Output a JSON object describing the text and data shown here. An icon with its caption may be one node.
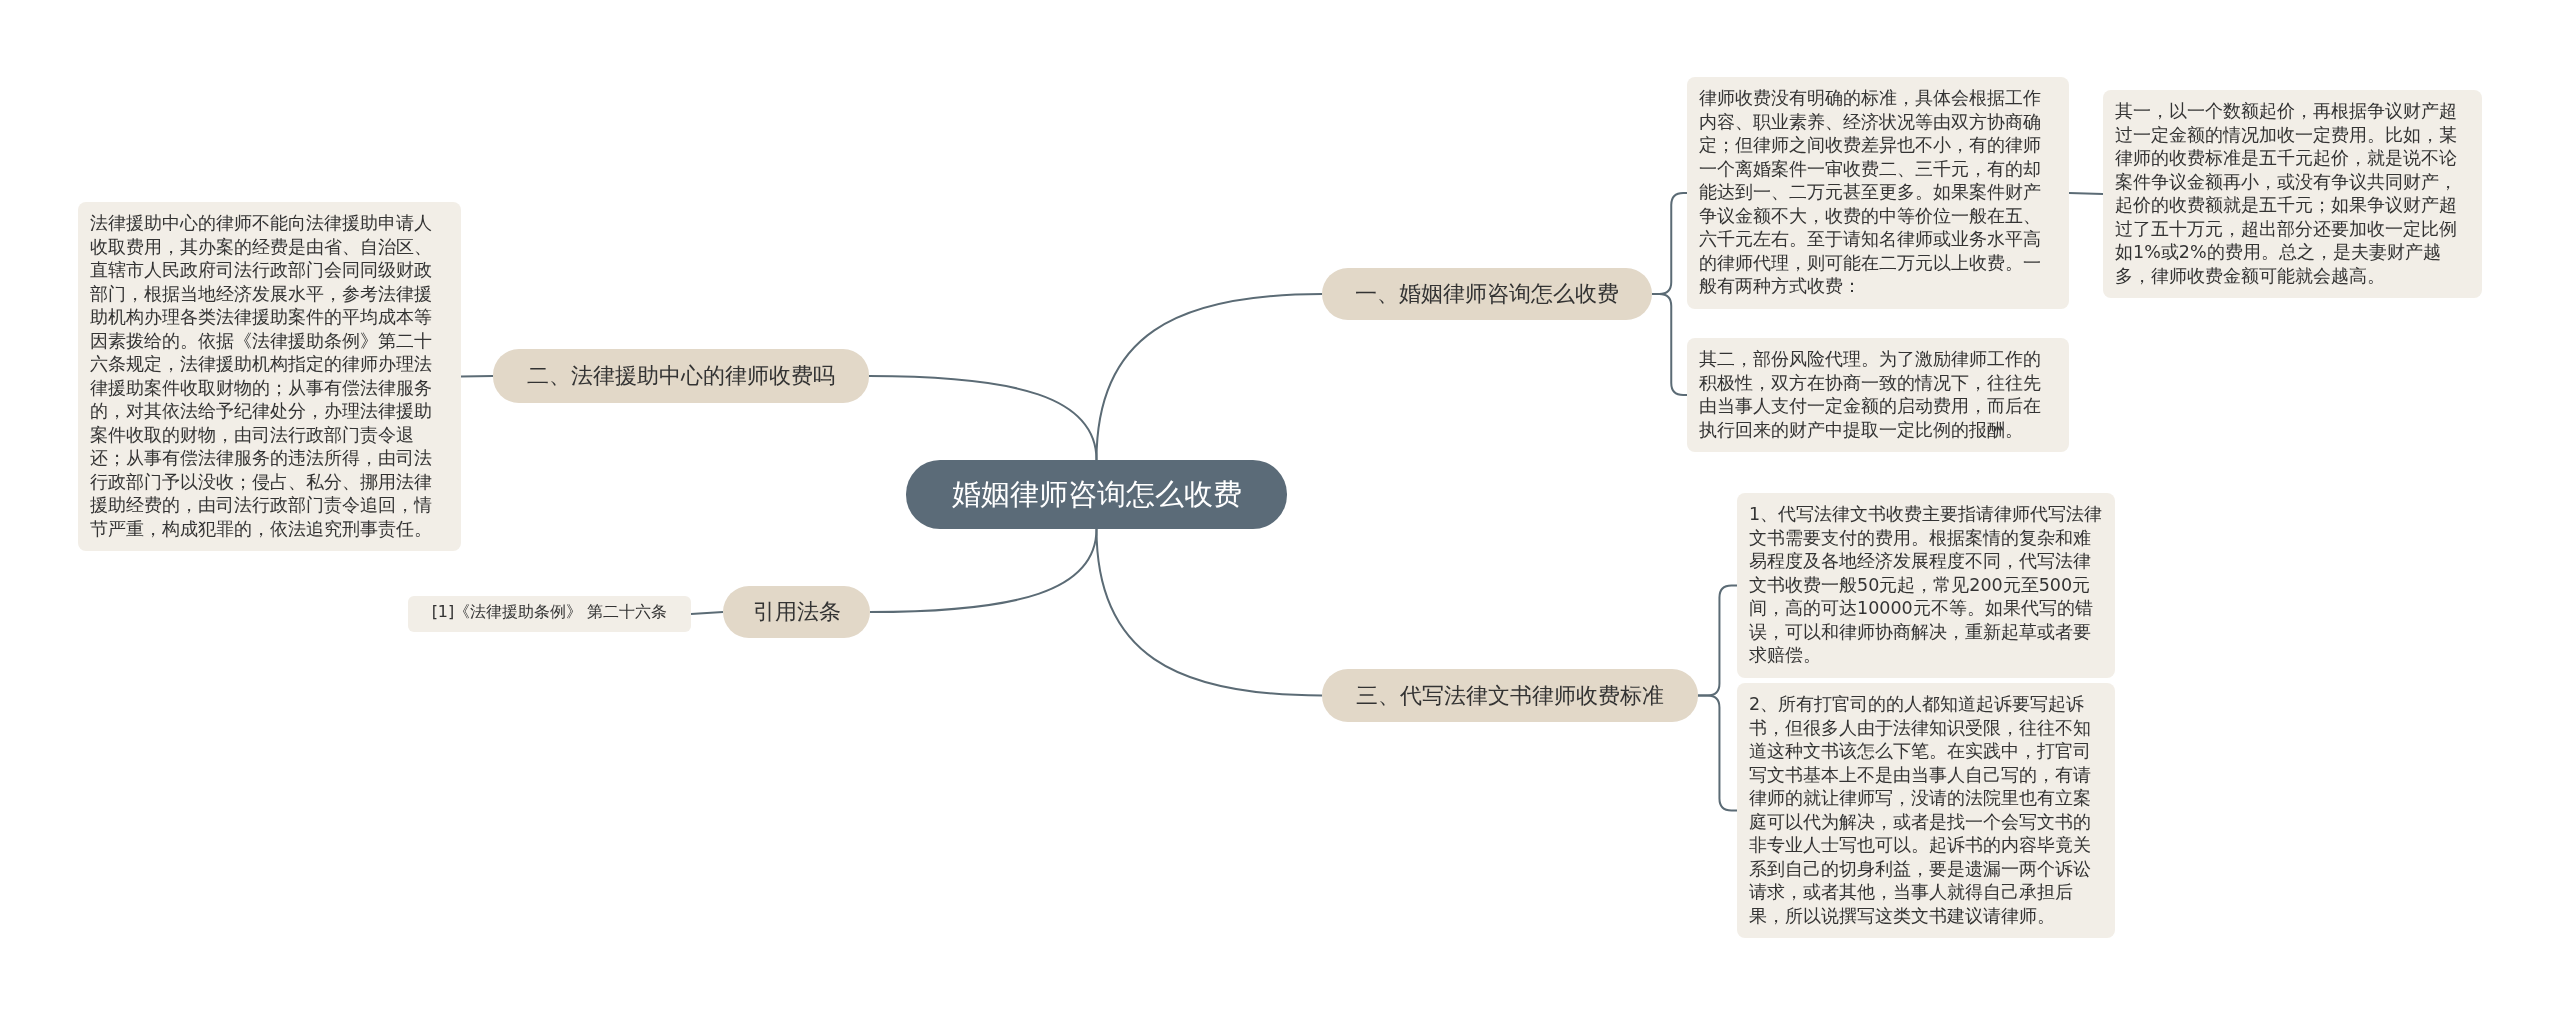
{
  "diagram": {
    "nodes": [
      {
        "text": [
          "婚姻律师咨询怎么收费"
        ]
      },
      {
        "text": [
          "一、婚姻律师咨询怎么收费"
        ]
      },
      {
        "text": [
          "律师收费没有明确的标准，具体会根据工作内容、职业素养、经济状况等由双方协商确定；但律师之间收费差异也不小，有的律师一个离婚案件一审收费二、三千元，有的却能达到一、二万元甚至更多。如果案件财产争议金额不大，收费的中等价位一般在五、六千元左右。至于请知名律师或业务水平高的律师代理，则可能在二万元以上收费。一般有两种方式收费："
        ]
      },
      {
        "text": [
          "其一，以一个数额起价，再根据争议财产超过一定金额的情况加收一定费用。比如，某律师的收费标准是五千元起价，就是说不论案件争议金额再小，或没有争议共同财产，起价的收费额就是五千元；如果争议财产超过了五十万元，超出部分还要加收一定比例如1%或2%的费用。总之，是夫妻财产越多，律师收费金额可能就会越高。"
        ]
      },
      {
        "text": [
          "其二，部份风险代理。为了激励律师工作的积极性，双方在协商一致的情况下，往往先由当事人支付一定金额的启动费用，而后在执行回来的财产中提取一定比例的报酬。"
        ]
      },
      {
        "text": [
          "二、法律援助中心的律师收费吗"
        ]
      },
      {
        "text": [
          "法律援助中心的律师不能向法律援助申请人收取费用，其办案的经费是由省、自治区、直辖市人民政府司法行政部门会同同级财政部门，根据当地经济发展水平，参考法律援助机构办理各类法律援助案件的平均成本等因素拨给的。依据《法律援助条例》第二十六条规定，法律援助机构指定的律师办理法律援助案件收取财物的；从事有偿法律服务的，对其依法给予纪律处分，办理法律援助案件收取的财物，由司法行政部门责令退还；从事有偿法律服务的违法所得，由司法行政部门予以没收；侵占、私分、挪用法律援助经费的，由司法行政部门责令追回，情节严重，构成犯罪的，依法追究刑事责任。"
        ]
      },
      {
        "text": [
          "引用法条"
        ]
      },
      {
        "text": [
          "[1]《法律援助条例》 第二十六条"
        ]
      },
      {
        "text": [
          "三、代写法律文书律师收费标准"
        ]
      },
      {
        "text": [
          "1、代写法律文书收费主要指请律师代写法律文书需要支付的费用。根据案情的复杂和难易程度及各地经济发展程度不同，代写法律文书收费一般50元起，常见200元至500元间，高的可达10000元不等。如果代写的错误，可以和律师协商解决，重新起草或者要求赔偿。"
        ]
      },
      {
        "text": [
          "2、所有打官司的的人都知道起诉要写起诉书，但很多人由于法律知识受限，往往不知道这种文书该怎么下笔。在实践中，打官司写文书基本上不是由当事人自己写的，有请律师的就让律师写，没请的法院里也有立案庭可以代为解决，或者是找一个会写文书的非专业人士写也可以。起诉书的内容毕竟关系到自己的切身利益，要是遗漏一两个诉讼请求，或者其他，当事人就得自己承担后果，所以说撰写这类文书建议请律师。"
        ]
      }
    ],
    "edges": [
      {
        "from": 0,
        "to": 1,
        "arrow": "none"
      },
      {
        "from": 1,
        "to": 2,
        "arrow": "none"
      },
      {
        "from": 2,
        "to": 3,
        "arrow": "none"
      },
      {
        "from": 1,
        "to": 4,
        "arrow": "none"
      },
      {
        "from": 0,
        "to": 5,
        "arrow": "none"
      },
      {
        "from": 5,
        "to": 6,
        "arrow": "none"
      },
      {
        "from": 0,
        "to": 7,
        "arrow": "none"
      },
      {
        "from": 7,
        "to": 8,
        "arrow": "none"
      },
      {
        "from": 0,
        "to": 9,
        "arrow": "none"
      },
      {
        "from": 9,
        "to": 10,
        "arrow": "none"
      },
      {
        "from": 9,
        "to": 11,
        "arrow": "none"
      }
    ]
  }
}
